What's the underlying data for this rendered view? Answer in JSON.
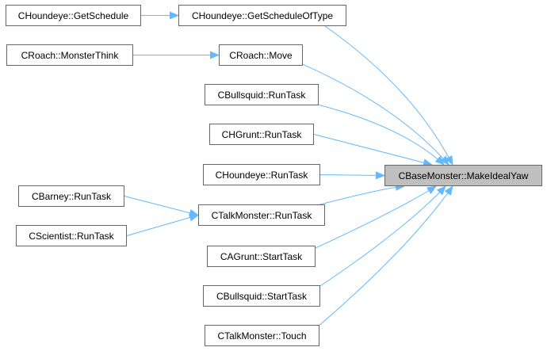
{
  "graph": {
    "edge_color": "#63b8ff",
    "focus_fill": "#bfbfbf",
    "nodes": [
      {
        "id": "hound-getschedule",
        "label": "CHoundeye::GetSchedule"
      },
      {
        "id": "hound-getscheduleoftype",
        "label": "CHoundeye::GetScheduleOfType"
      },
      {
        "id": "roach-monsterthink",
        "label": "CRoach::MonsterThink"
      },
      {
        "id": "roach-move",
        "label": "CRoach::Move"
      },
      {
        "id": "bullsquid-runtask",
        "label": "CBullsquid::RunTask"
      },
      {
        "id": "hgrunt-runtask",
        "label": "CHGrunt::RunTask"
      },
      {
        "id": "hound-runtask",
        "label": "CHoundeye::RunTask"
      },
      {
        "id": "barney-runtask",
        "label": "CBarney::RunTask"
      },
      {
        "id": "talk-runtask",
        "label": "CTalkMonster::RunTask"
      },
      {
        "id": "scientist-runtask",
        "label": "CScientist::RunTask"
      },
      {
        "id": "agrunt-starttask",
        "label": "CAGrunt::StartTask"
      },
      {
        "id": "bullsquid-starttask",
        "label": "CBullsquid::StartTask"
      },
      {
        "id": "talk-touch",
        "label": "CTalkMonster::Touch"
      },
      {
        "id": "base-makeidealyaw",
        "label": "CBaseMonster::MakeIdealYaw",
        "focus": true
      }
    ],
    "edges": [
      {
        "from": "hound-getschedule",
        "to": "hound-getscheduleoftype"
      },
      {
        "from": "hound-getscheduleoftype",
        "to": "base-makeidealyaw"
      },
      {
        "from": "roach-monsterthink",
        "to": "roach-move"
      },
      {
        "from": "roach-move",
        "to": "base-makeidealyaw"
      },
      {
        "from": "bullsquid-runtask",
        "to": "base-makeidealyaw"
      },
      {
        "from": "hgrunt-runtask",
        "to": "base-makeidealyaw"
      },
      {
        "from": "hound-runtask",
        "to": "base-makeidealyaw"
      },
      {
        "from": "barney-runtask",
        "to": "talk-runtask"
      },
      {
        "from": "scientist-runtask",
        "to": "talk-runtask"
      },
      {
        "from": "talk-runtask",
        "to": "base-makeidealyaw"
      },
      {
        "from": "agrunt-starttask",
        "to": "base-makeidealyaw"
      },
      {
        "from": "bullsquid-starttask",
        "to": "base-makeidealyaw"
      },
      {
        "from": "talk-touch",
        "to": "base-makeidealyaw"
      }
    ]
  }
}
